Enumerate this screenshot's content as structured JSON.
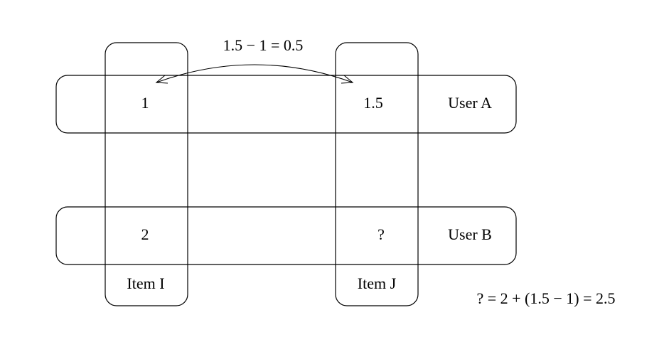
{
  "equation_top": "1.5 − 1 = 0.5",
  "equation_bottom": "? = 2 + (1.5 − 1) = 2.5",
  "users": [
    {
      "label": "User A",
      "rating_item_i": "1",
      "rating_item_j": "1.5"
    },
    {
      "label": "User B",
      "rating_item_i": "2",
      "rating_item_j": "?"
    }
  ],
  "items": [
    {
      "label": "Item I"
    },
    {
      "label": "Item J"
    }
  ]
}
